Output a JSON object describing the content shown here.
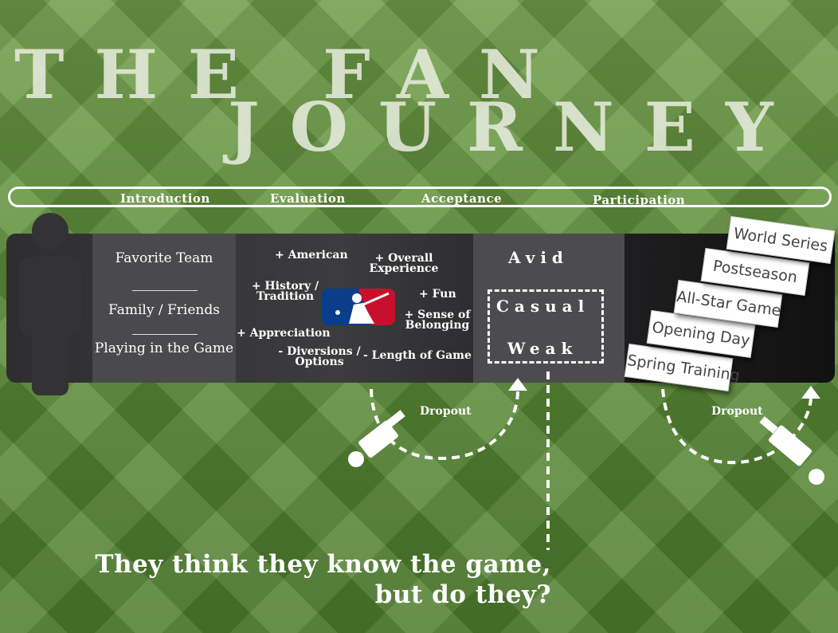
{
  "title": {
    "line1": "THE FAN",
    "line2": "JOURNEY"
  },
  "stages": [
    "Introduction",
    "Evaluation",
    "Acceptance",
    "Participation"
  ],
  "introduction": {
    "items": [
      "Favorite Team",
      "Family / Friends",
      "Playing in the Game"
    ]
  },
  "evaluation": {
    "american": "+ American",
    "overall": "+ Overall Experience",
    "history": "+ History / Tradition",
    "fun": "+ Fun",
    "belonging": "+ Sense of Belonging",
    "appreciation": "+ Appreciation",
    "diversions": "- Diversions / Options",
    "length": "- Length of Game"
  },
  "acceptance": {
    "avid": "Avid",
    "casual": "Casual",
    "weak": "Weak"
  },
  "participation": {
    "cards": [
      "Spring Training",
      "Opening Day",
      "All-Star Game",
      "Postseason",
      "World Series"
    ]
  },
  "dropout": {
    "left": "Dropout",
    "right": "Dropout"
  },
  "tagline": {
    "line1": "They think they know the game,",
    "line2": "but do they?"
  },
  "colors": {
    "mlb_blue": "#0a3d8a",
    "mlb_red": "#c8102e"
  }
}
